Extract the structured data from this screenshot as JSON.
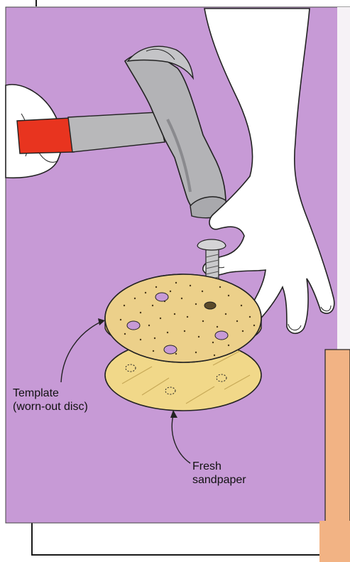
{
  "labels": {
    "template": [
      "Template",
      "(worn-out disc)"
    ],
    "fresh": [
      "Fresh",
      "sandpaper"
    ]
  },
  "colors": {
    "background": "#c79ad6",
    "hammer_handle_grip": "#e8341f",
    "hammer_metal": "#b8b8ba",
    "template_disc": "#ecd08a",
    "fresh_sandpaper": "#f1d889",
    "side_panel": "#f2b384",
    "skin": "#ffffff"
  },
  "icons": [
    "hammer-icon",
    "hand-icon",
    "bolt-icon",
    "sanding-disc-icon",
    "arrow-icon"
  ]
}
